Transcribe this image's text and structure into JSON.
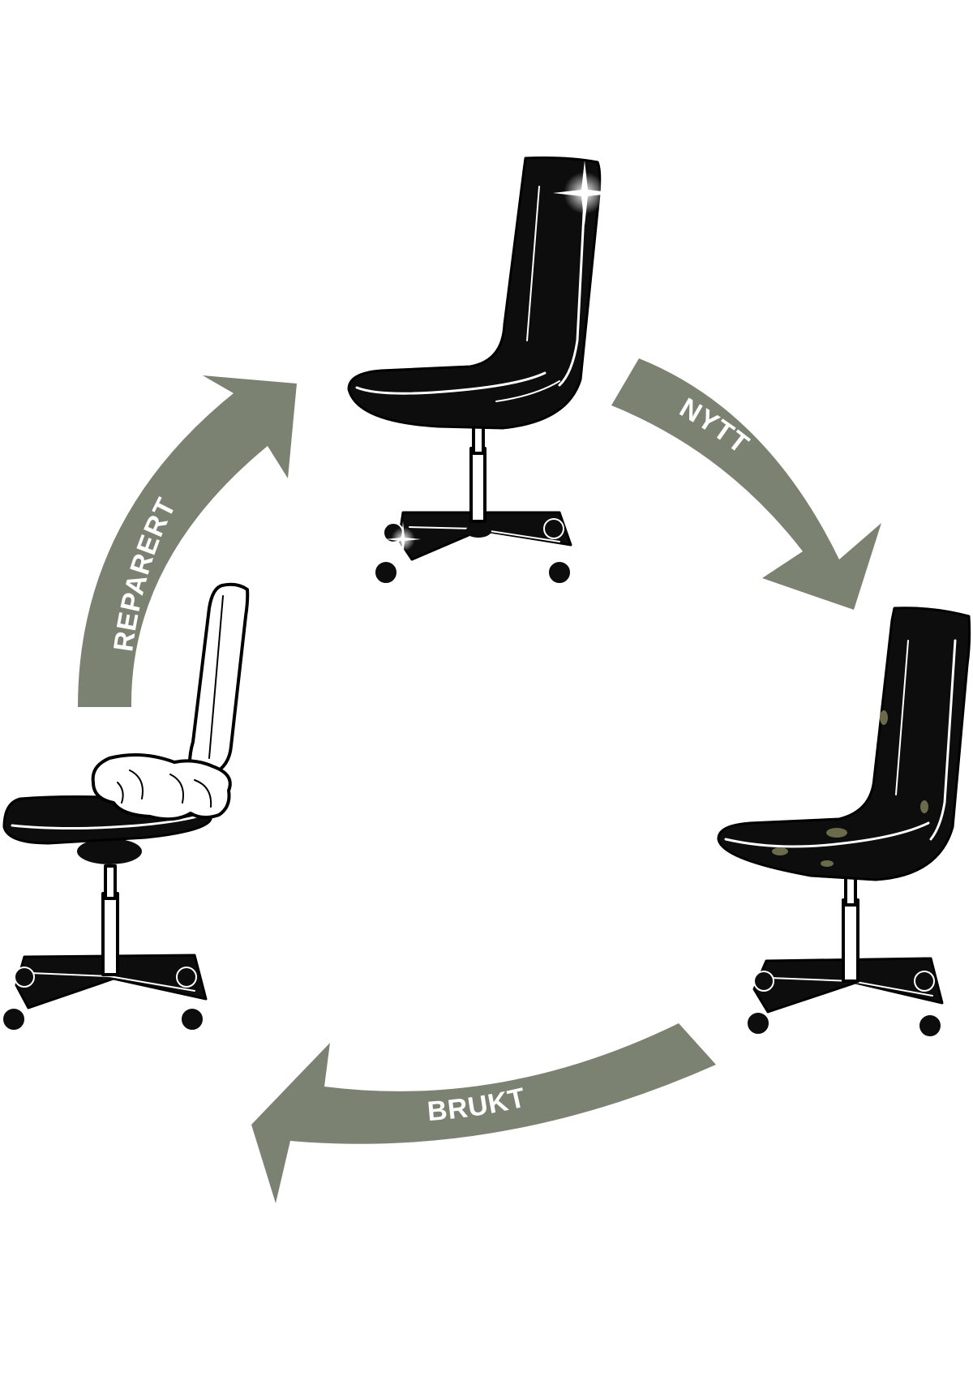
{
  "colors": {
    "arrow": "#7b8271",
    "chair": "#0d0d0d",
    "highlight": "#ffffff",
    "worn_spot": "#6b6a4a"
  },
  "cycle": {
    "labels": {
      "new": "NYTT",
      "used": "BRUKT",
      "repaired": "REPARERT"
    }
  },
  "stages": [
    {
      "id": "new",
      "icon": "new-office-chair"
    },
    {
      "id": "used",
      "icon": "worn-office-chair"
    },
    {
      "id": "repaired",
      "icon": "repaired-office-chair"
    }
  ]
}
